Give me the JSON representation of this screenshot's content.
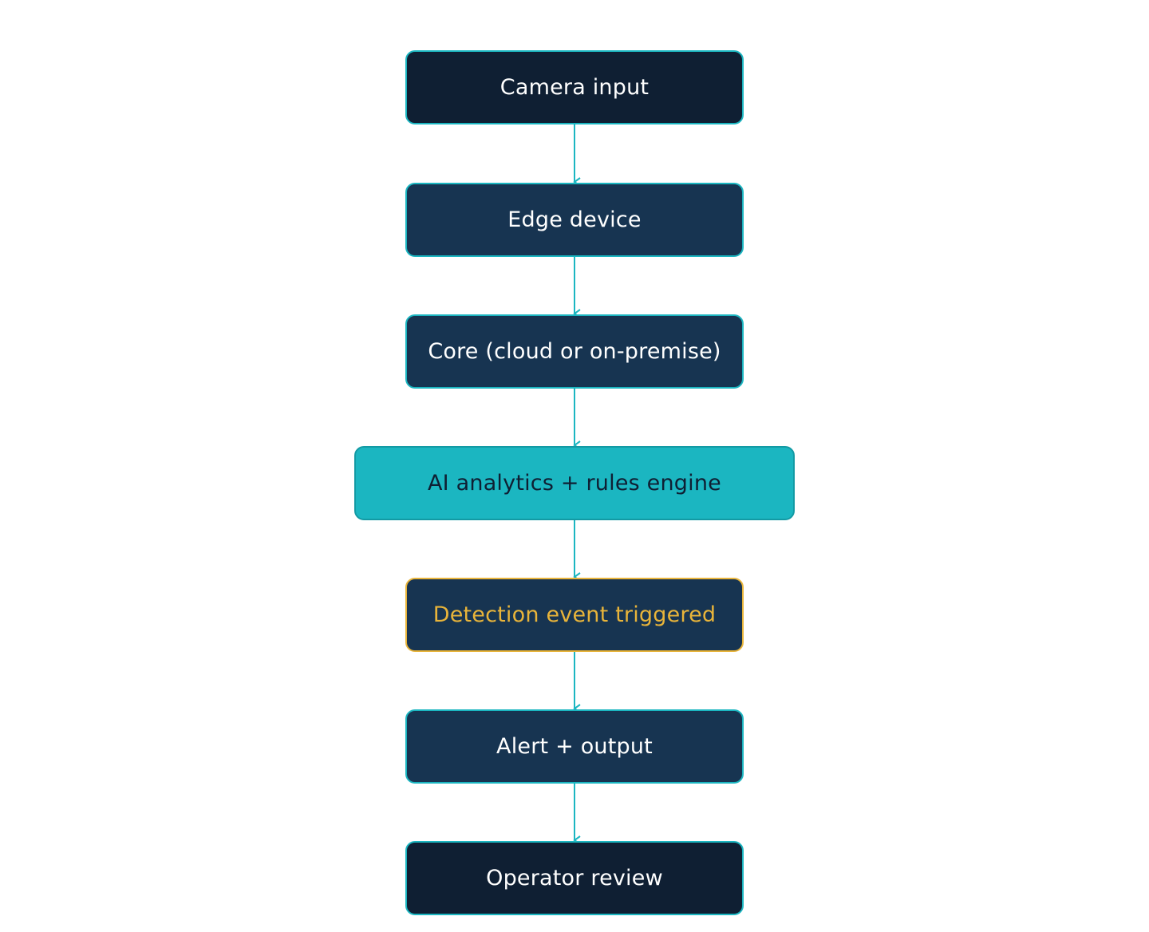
{
  "colors": {
    "accent": "#1bb6c1",
    "dark_fill": "#0f1f33",
    "mid_fill": "#173451",
    "highlight_border": "#e8b43a",
    "highlight_text": "#e8b43a",
    "light_text": "#ffffff",
    "dark_text": "#0f1f33"
  },
  "nodes": [
    {
      "id": "camera-input",
      "label": "Camera input",
      "style": "dark"
    },
    {
      "id": "edge-device",
      "label": "Edge device",
      "style": "mid"
    },
    {
      "id": "core",
      "label": "Core (cloud or on-premise)",
      "style": "mid"
    },
    {
      "id": "ai-analytics",
      "label": "AI analytics + rules engine",
      "style": "accent"
    },
    {
      "id": "detection-event",
      "label": "Detection event triggered",
      "style": "highlight"
    },
    {
      "id": "alert-output",
      "label": "Alert + output",
      "style": "mid"
    },
    {
      "id": "operator-review",
      "label": "Operator review",
      "style": "dark"
    }
  ]
}
